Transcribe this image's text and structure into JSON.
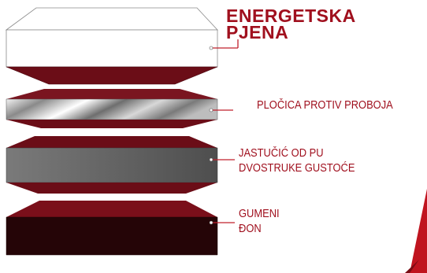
{
  "layers": [
    {
      "id": "foam",
      "label": "ENERGETSKA\nPJENA"
    },
    {
      "id": "plate",
      "label": "PLOČICA PROTIV PROBOJA"
    },
    {
      "id": "pad",
      "label": "JASTUČIĆ OD PU\nDVOSTRUKE GUSTOĆE"
    },
    {
      "id": "sole",
      "label": "GUMENI\nĐON"
    }
  ],
  "colors": {
    "accent_red": "#a0101e",
    "dark_red": "#6b0d17",
    "connector_line": "#c0202c",
    "pad_grey": "#5a5a5a",
    "sole_front": "#250507"
  }
}
